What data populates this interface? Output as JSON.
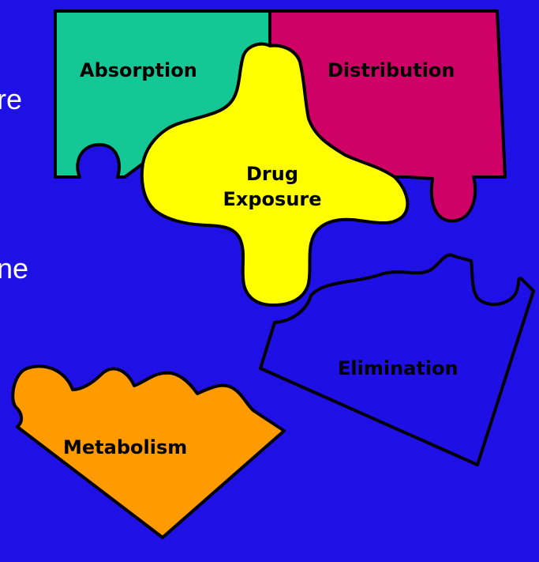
{
  "colors": {
    "background": "#1f10e6",
    "absorption": "#13c895",
    "distribution": "#cf0066",
    "drug_exposure": "#ffff00",
    "metabolism": "#ff9a00",
    "elimination": "#1e10e4"
  },
  "partial_text": {
    "line1": "re",
    "line2": "ne"
  },
  "pieces": {
    "absorption": "Absorption",
    "distribution": "Distribution",
    "drug_exposure_line1": "Drug",
    "drug_exposure_line2": "Exposure",
    "elimination": "Elimination",
    "metabolism": "Metabolism"
  }
}
